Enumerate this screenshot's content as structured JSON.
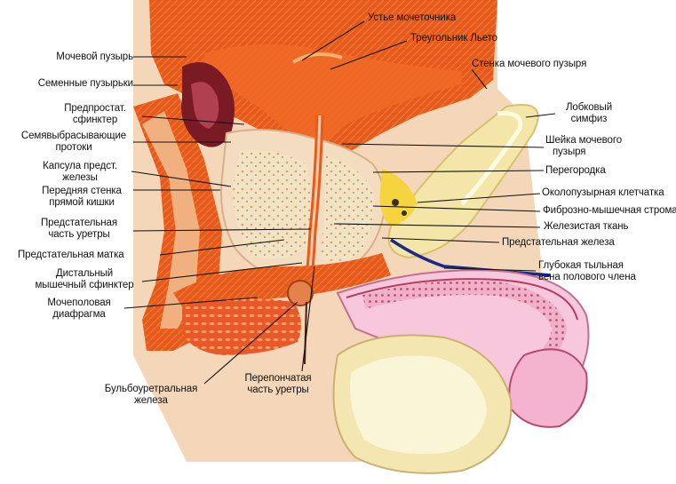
{
  "labels": {
    "ustye": "Устье мочеточника",
    "treug": "Треугольник Льето",
    "stenka": "Стенка мочевого пузыря",
    "puzyr": "Мочевой пузырь",
    "semen": "Семенные пузырьки",
    "lobk_1": "Лобковый",
    "lobk_2": "симфиз",
    "predpr_1": "Предпростат.",
    "predpr_2": "сфинктер",
    "semyav_1": "Семявыбрасывающие",
    "semyav_2": "протоки",
    "sheika_1": "Шейка мочевого",
    "sheika_2": "пузыря",
    "kapsula_1": "Капсула предст.",
    "kapsula_2": "железы",
    "peregorodka": "Перегородка",
    "perst_1": "Передняя стенка",
    "perst_2": "прямой кишки",
    "okolo": "Околопузырная клетчатка",
    "fibro": "Фиброзно-мышечная строма",
    "predur_1": "Предстательная",
    "predur_2": "часть уретры",
    "zhelez": "Железистая ткань",
    "matka": "Предстательная матка",
    "predzh": "Предстательная железа",
    "glub_1": "Глубокая тыльная",
    "glub_2": "вена полового члена",
    "dist_1": "Дистальный",
    "dist_2": "мышечный сфинктер",
    "moche_1": "Мочеполовая",
    "moche_2": "диафрагма",
    "bulbo_1": "Бульбоуретральная",
    "bulbo_2": "железа",
    "pereponch_1": "Перепончатая",
    "pereponch_2": "часть уретры"
  },
  "colors": {
    "muscle": "#e85a1c",
    "muscle_dark": "#c83a10",
    "tissue_light": "#f6dcc0",
    "gland": "#efe0b4",
    "bone": "#f3e7a8",
    "fat": "#f5d440",
    "penis_pink": "#f2b8d4",
    "vein": "#1a2a8a",
    "leader_line": "#111111"
  }
}
